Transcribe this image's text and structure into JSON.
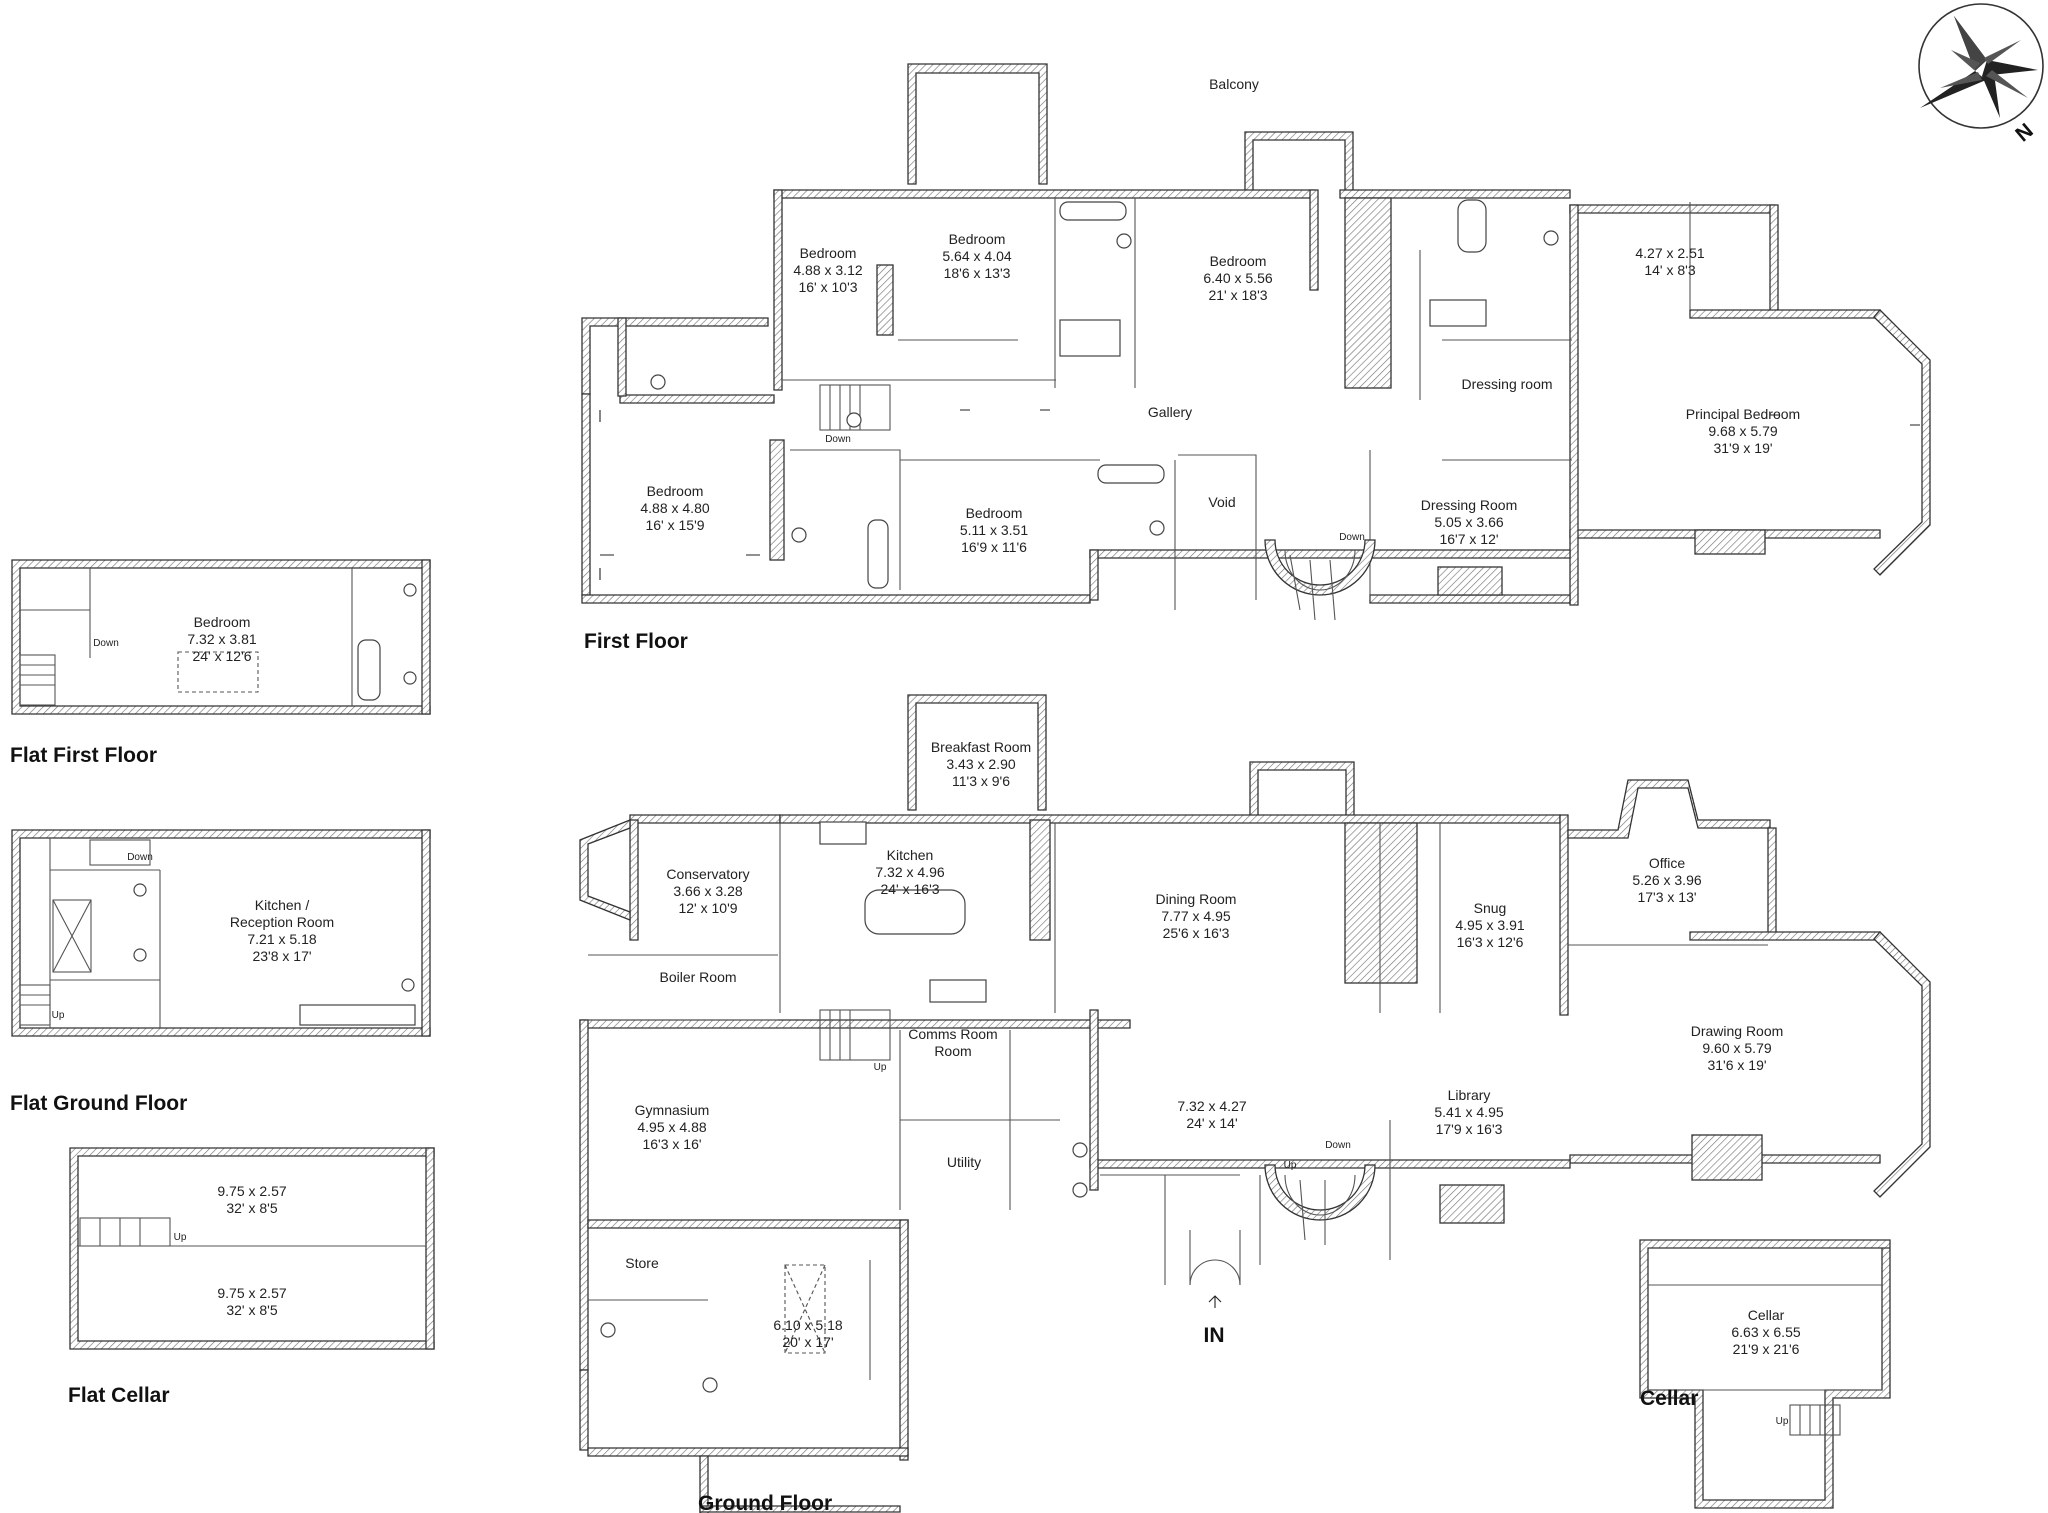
{
  "compass": {
    "letter": "N",
    "icon": "compass-rose-icon"
  },
  "headings": {
    "first_floor": "First Floor",
    "ground_floor": "Ground Floor",
    "flat_first_floor": "Flat First Floor",
    "flat_ground_floor": "Flat Ground Floor",
    "flat_cellar": "Flat Cellar",
    "cellar": "Cellar",
    "entrance": "IN"
  },
  "first_floor_rooms": [
    {
      "name": "Balcony",
      "metric": "",
      "imperial": ""
    },
    {
      "name": "Bedroom",
      "metric": "4.88 x 3.12",
      "imperial": "16' x 10'3"
    },
    {
      "name": "Bedroom",
      "metric": "5.64 x 4.04",
      "imperial": "18'6 x 13'3"
    },
    {
      "name": "Bedroom",
      "metric": "6.40 x 5.56",
      "imperial": "21' x 18'3"
    },
    {
      "name": "",
      "metric": "4.27 x 2.51",
      "imperial": "14' x 8'3"
    },
    {
      "name": "Dressing room",
      "metric": "",
      "imperial": ""
    },
    {
      "name": "Principal Bedroom",
      "metric": "9.68 x 5.79",
      "imperial": "31'9 x 19'"
    },
    {
      "name": "Gallery",
      "metric": "",
      "imperial": ""
    },
    {
      "name": "Bedroom",
      "metric": "4.88 x 4.80",
      "imperial": "16' x 15'9"
    },
    {
      "name": "Bedroom",
      "metric": "5.11 x 3.51",
      "imperial": "16'9 x 11'6"
    },
    {
      "name": "Void",
      "metric": "",
      "imperial": ""
    },
    {
      "name": "Dressing Room",
      "metric": "5.05 x 3.66",
      "imperial": "16'7 x 12'"
    }
  ],
  "first_floor_notes": [
    "Down",
    "Down"
  ],
  "ground_floor_rooms": [
    {
      "name": "Breakfast Room",
      "metric": "3.43 x 2.90",
      "imperial": "11'3 x 9'6"
    },
    {
      "name": "Kitchen",
      "metric": "7.32 x 4.96",
      "imperial": "24' x 16'3"
    },
    {
      "name": "Conservatory",
      "metric": "3.66 x 3.28",
      "imperial": "12' x 10'9"
    },
    {
      "name": "Dining Room",
      "metric": "7.77 x 4.95",
      "imperial": "25'6 x 16'3"
    },
    {
      "name": "Snug",
      "metric": "4.95 x 3.91",
      "imperial": "16'3 x 12'6"
    },
    {
      "name": "Office",
      "metric": "5.26 x 3.96",
      "imperial": "17'3 x 13'"
    },
    {
      "name": "Boiler Room",
      "metric": "",
      "imperial": ""
    },
    {
      "name": "Comms Room",
      "metric": "",
      "imperial": ""
    },
    {
      "name": "Drawing Room",
      "metric": "9.60 x 5.79",
      "imperial": "31'6 x 19'"
    },
    {
      "name": "Gymnasium",
      "metric": "4.95 x 4.88",
      "imperial": "16'3 x 16'"
    },
    {
      "name": "",
      "metric": "7.32 x 4.27",
      "imperial": "24' x 14'"
    },
    {
      "name": "Library",
      "metric": "5.41 x 4.95",
      "imperial": "17'9 x 16'3"
    },
    {
      "name": "Utility",
      "metric": "",
      "imperial": ""
    },
    {
      "name": "Store",
      "metric": "",
      "imperial": ""
    },
    {
      "name": "",
      "metric": "6.10 x 5.18",
      "imperial": "20' x 17'"
    }
  ],
  "ground_floor_notes": [
    "Up",
    "Up",
    "Down"
  ],
  "flat_first_floor": {
    "name": "Bedroom",
    "metric": "7.32 x 3.81",
    "imperial": "24' x 12'6",
    "note": "Down"
  },
  "flat_ground_floor": {
    "name": "Kitchen /",
    "name2": "Reception Room",
    "metric": "7.21 x 5.18",
    "imperial": "23'8 x 17'",
    "notes": [
      "Down",
      "Up"
    ]
  },
  "flat_cellar": {
    "rooms": [
      {
        "metric": "9.75 x 2.57",
        "imperial": "32' x 8'5"
      },
      {
        "metric": "9.75 x 2.57",
        "imperial": "32' x 8'5"
      }
    ],
    "note": "Up"
  },
  "cellar": {
    "name": "Cellar",
    "metric": "6.63 x 6.55",
    "imperial": "21'9 x 21'6",
    "note": "Up"
  }
}
